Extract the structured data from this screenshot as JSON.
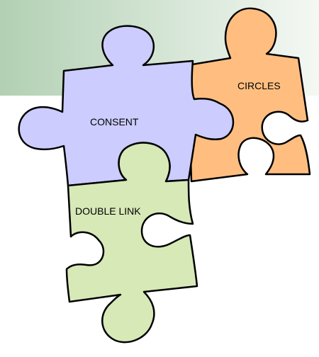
{
  "pieces": {
    "consent": {
      "label": "CONSENT",
      "color": "#ccccff"
    },
    "circles": {
      "label": "CIRCLES",
      "color": "#ffbe80"
    },
    "double_link": {
      "label": "DOUBLE LINK",
      "color": "#d6e9b7"
    }
  },
  "banner": {
    "color_start": "#b2d0b3",
    "color_end": "#f4f8f4"
  }
}
